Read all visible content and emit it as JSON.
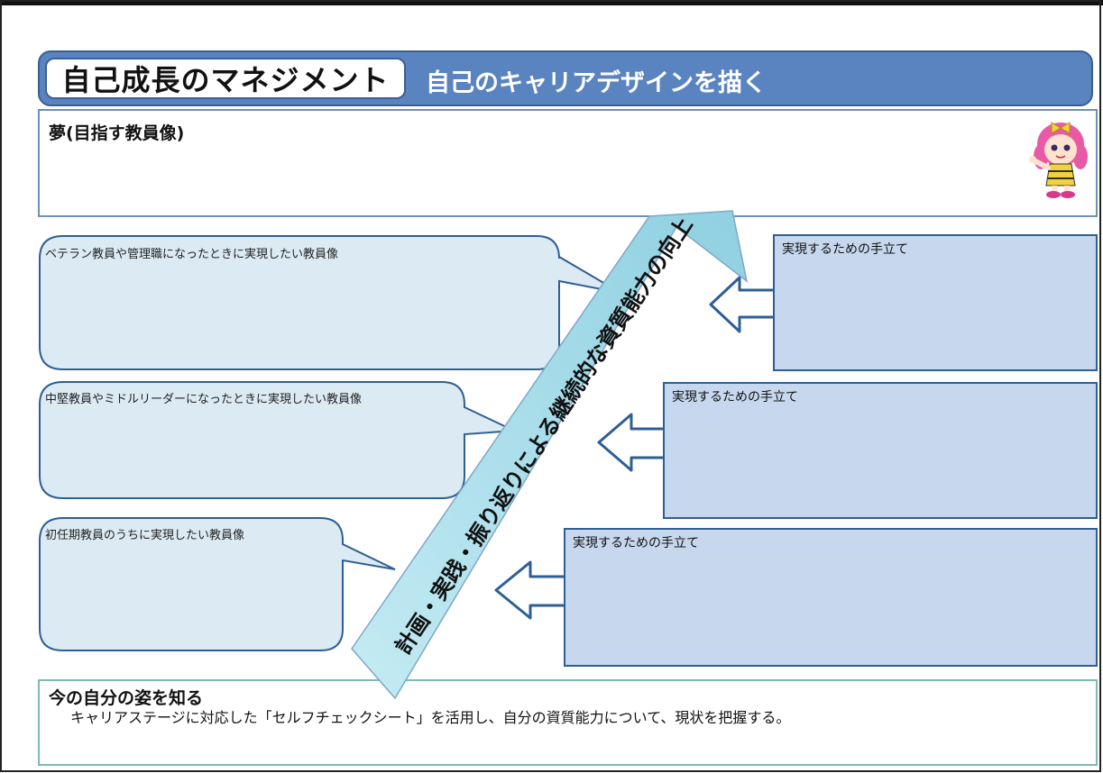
{
  "header": {
    "title": "自己成長のマネジメント",
    "subtitle": "自己のキャリアデザインを描く"
  },
  "dream": {
    "label": "夢(目指す教員像)"
  },
  "stages": [
    {
      "bubble": "ベテラン教員や管理職になったときに実現したい教員像",
      "plan": "実現するための手立て"
    },
    {
      "bubble": "中堅教員やミドルリーダーになったときに実現したい教員像",
      "plan": "実現するための手立て"
    },
    {
      "bubble": "初任期教員のうちに実現したい教員像",
      "plan": "実現するための手立て"
    }
  ],
  "arrow_text": "計画・実践・振り返りによる継続的な資質能力の向上",
  "current": {
    "title": "今の自分の姿を知る",
    "description": "キャリアステージに対応した「セルフチェックシート」を活用し、自分の資質能力について、現状を把握する。"
  },
  "colors": {
    "header_bg": "#5a84bf",
    "plan_bg": "#c6d7ee",
    "bubble_bg": "#dcebf3",
    "arrow_fill": "#a8dbe8",
    "border_blue": "#2e5f94"
  },
  "icons": [
    "mascot-character"
  ]
}
